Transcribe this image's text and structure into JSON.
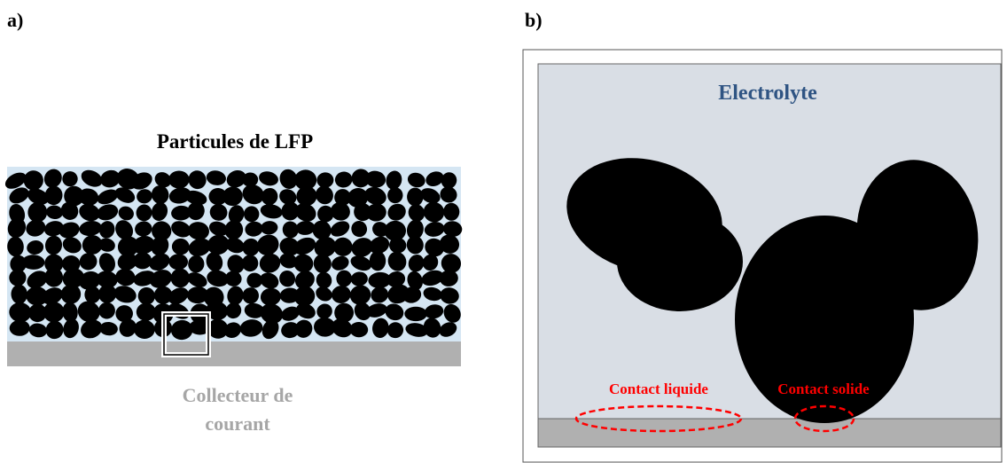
{
  "labels": {
    "panel_a": "a)",
    "panel_b": "b)"
  },
  "panel_a": {
    "title": "Particules de LFP",
    "caption_line1": "Collecteur de",
    "caption_line2": "courant"
  },
  "panel_b": {
    "electrolyte": "Electrolyte",
    "contact_liquid": "Contact liquide",
    "contact_solid": "Contact solide"
  },
  "colors": {
    "electrolyte_bg": "#d9dee5",
    "electrolyte_bg_a": "#d5e6f3",
    "collector": "#b0b0b0",
    "particle": "#000000",
    "electrolyte_text": "#2f5483",
    "contact_text": "#ff0000",
    "caption_text": "#a6a6a6"
  }
}
